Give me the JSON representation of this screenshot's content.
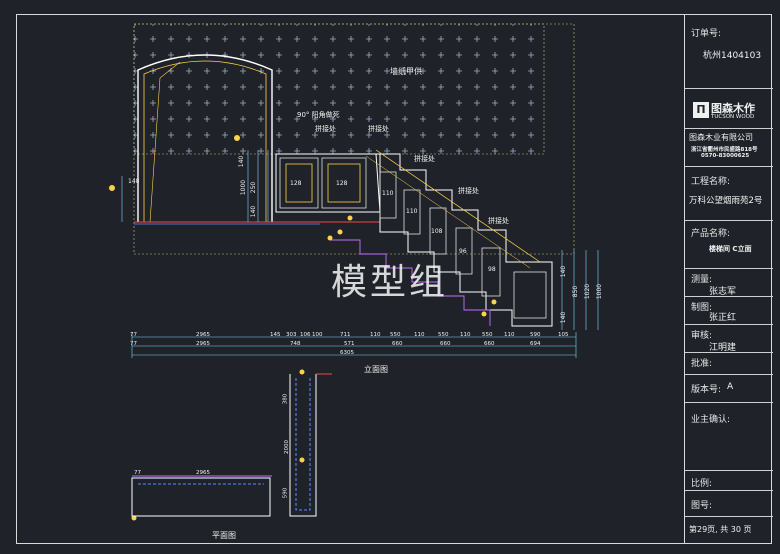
{
  "titleblock": {
    "order_label": "订单号:",
    "order_value": "杭州1404103",
    "brand_cn": "图森木作",
    "brand_en": "TUCSON WOOD",
    "company": "图森木业有限公司",
    "address": "浙江省衢州市民盛路818号",
    "phone": "0570-83000625",
    "project_label": "工程名称:",
    "project_value": "万科公望烟雨苑2号",
    "product_label": "产品名称:",
    "product_value": "楼梯间 C立面",
    "survey_label": "测量:",
    "survey_value": "张志军",
    "draw_label": "制图:",
    "draw_value": "张正红",
    "review_label": "审核:",
    "review_value": "江明建",
    "approve_label": "批准:",
    "version_label": "版本号:",
    "version_value": "A",
    "owner_label": "业主确认:",
    "scale_label": "比例:",
    "drawing_no_label": "图号:",
    "page_text": "第29页, 共 30 页"
  },
  "drawing": {
    "wallpaper_note": "墙纸甲供",
    "angle_note": "90° 阳角做死",
    "splice_labels": [
      "拼接处",
      "拼接处",
      "拼接处",
      "拼接处",
      "拼接处"
    ],
    "elevation_title": "立面图",
    "plan_title": "平面图",
    "panel_widths": [
      "128",
      "128",
      "110",
      "110",
      "108",
      "96",
      "98"
    ],
    "dims_row1": [
      "77",
      "2965",
      "145",
      "303",
      "106",
      "100",
      "711",
      "110",
      "550",
      "110",
      "550",
      "110",
      "550",
      "110",
      "590",
      "105"
    ],
    "dims_row2": [
      "77",
      "2965",
      "748",
      "571",
      "660",
      "660",
      "660",
      "694"
    ],
    "total_dim": "6305",
    "right_dims": [
      "140",
      "850",
      "1020",
      "1000",
      "140"
    ],
    "left_dims": [
      "140",
      "1000",
      "250",
      "148",
      "140"
    ],
    "plan_dims": [
      "380",
      "2000",
      "590",
      "77",
      "2965"
    ]
  },
  "watermark": "模型组"
}
